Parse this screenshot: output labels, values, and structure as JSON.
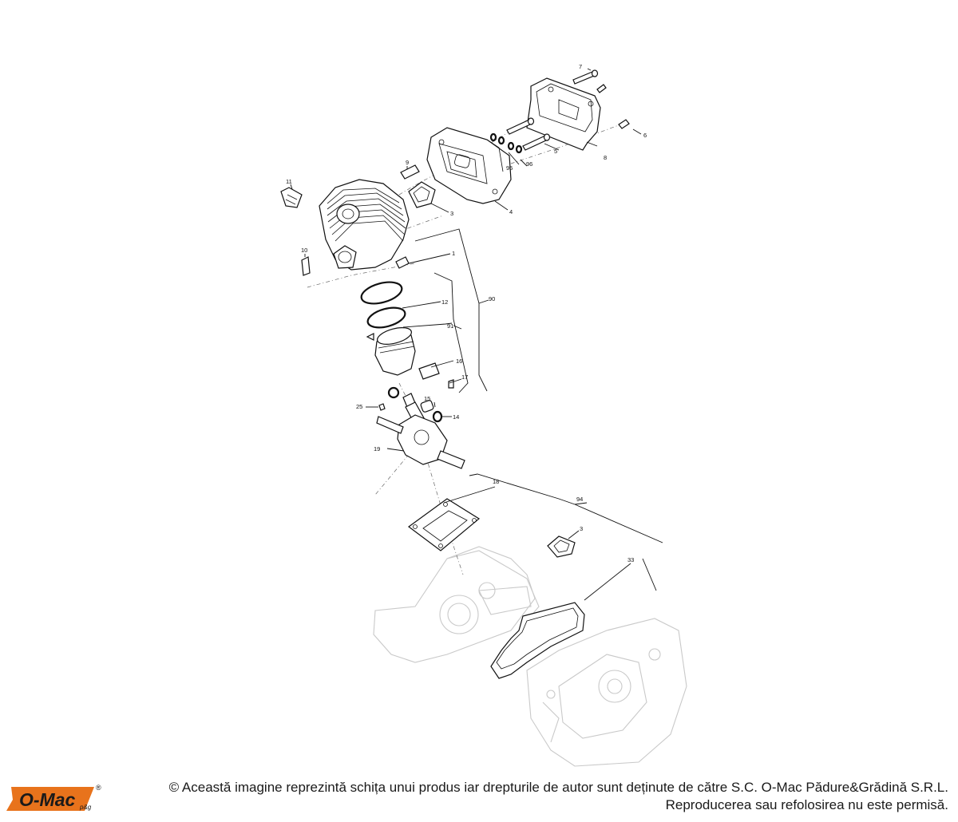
{
  "diagram": {
    "part_labels": {
      "p1": "1",
      "p3a": "3",
      "p3b": "3",
      "p4": "4",
      "p5": "5",
      "p6": "6",
      "p7": "7",
      "p8": "8",
      "p9": "9",
      "p10": "10",
      "p11": "11",
      "p12": "12",
      "p14": "14",
      "p15": "15",
      "p16": "16",
      "p17": "17",
      "p18": "18",
      "p19": "19",
      "p25": "25",
      "p33": "33",
      "p90": "90",
      "p91": "91",
      "p94": "94",
      "p95": "95",
      "p96": "96"
    }
  },
  "footer": {
    "logo_text": "O-Mac",
    "logo_suffix": "p&g",
    "logo_mark": "®",
    "copyright_line1": "© Această imagine reprezintă schița unui produs iar drepturile de autor sunt deținute de către S.C. O-Mac Pădure&Grădină S.R.L.",
    "copyright_line2": "Reproducerea sau refolosirea nu este permisă.",
    "brand_color": "#e8731c"
  }
}
